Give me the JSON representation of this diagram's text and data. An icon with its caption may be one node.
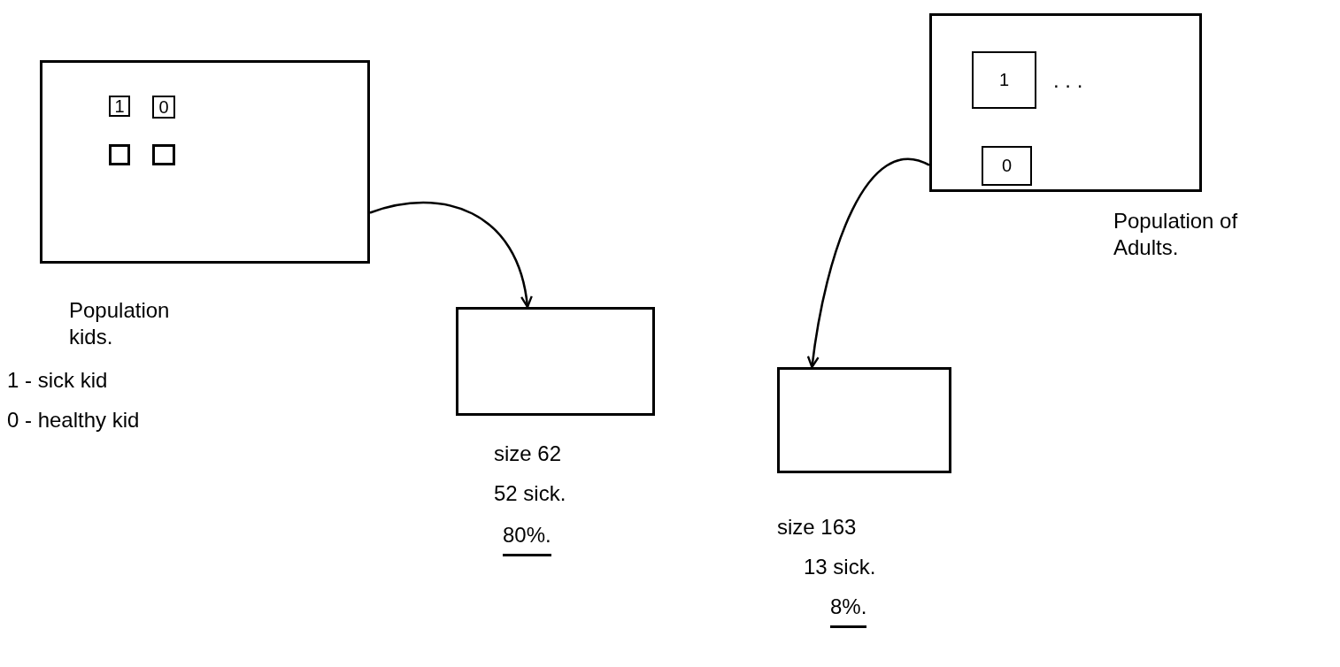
{
  "diagram": {
    "nodes": [
      {
        "text": [
          "Population kids."
        ]
      },
      {
        "text": [
          "1"
        ],
        "in": 0
      },
      {
        "text": [
          "0"
        ],
        "in": 0
      },
      {
        "text": [],
        "shape": "box",
        "in": 0
      },
      {
        "text": [],
        "shape": "box",
        "in": 0
      },
      {
        "text": [],
        "shape": "box",
        "beside": [
          "size 62",
          "52 sick.",
          "80%."
        ]
      },
      {
        "text": [
          "Population of Adults."
        ]
      },
      {
        "text": [
          "1"
        ],
        "in": 6,
        "beside": [
          ". . ."
        ]
      },
      {
        "text": [
          "0"
        ],
        "in": 6
      },
      {
        "text": [],
        "shape": "box",
        "beside": [
          "size 163",
          "13 sick.",
          "8%."
        ]
      }
    ],
    "edges": [
      {
        "from": 0,
        "to": 5,
        "arrow": "to"
      },
      {
        "from": 6,
        "to": 9,
        "arrow": "to"
      }
    ],
    "labels": [
      "1 - sick kid",
      "0 - healthy kid"
    ]
  }
}
